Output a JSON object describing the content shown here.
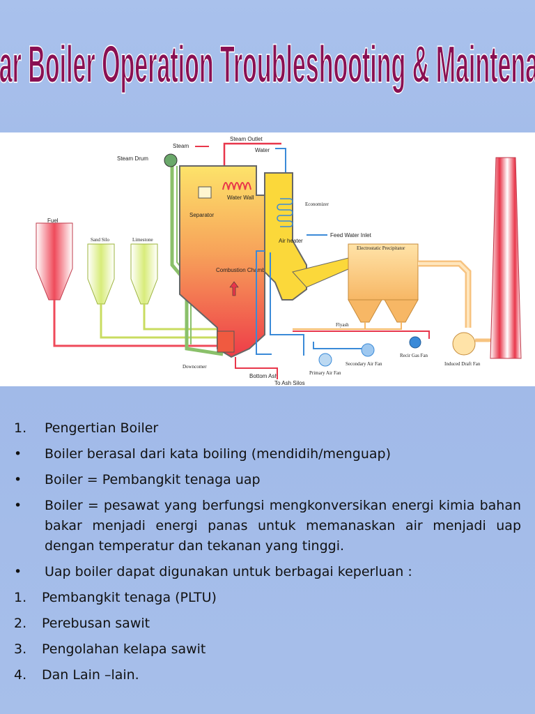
{
  "title": "Dasar Boiler Operation Troubleshooting &  Maintenance",
  "diagram": {
    "labels": {
      "steam": "Steam",
      "steam_outlet": "Steam Outlet",
      "water": "Water",
      "steam_drum": "Steam Drum",
      "separator": "Separator",
      "water_wall": "Water Wall",
      "economizer": "Economizer",
      "feed_water_inlet": "Feed Water Inlet",
      "air_heater": "Air heater",
      "electrostatic_precipitator": "Electrostatic Precipitator",
      "fuel": "Fuel",
      "sand_silo": "Sand Silo",
      "limestone": "Limestone",
      "combustion_chamber": "Combustion Chamber",
      "flyash": "Flyash",
      "recir_gas_fan": "Recir Gas Fan",
      "secondary_air_fan": "Secondary Air Fan",
      "induced_draft_fan": "Induced Draft Fan",
      "primary_air_fan": "Primary Air Fan",
      "downcomer": "Downcomer",
      "bottom_ash": "Bottom Ash",
      "to_ash_silos": "To Ash Silos"
    }
  },
  "content": [
    {
      "marker": "1.",
      "text": "Pengertian Boiler",
      "style": "num"
    },
    {
      "marker": "•",
      "text": "Boiler berasal dari kata boiling (mendidih/menguap)",
      "style": "bullet"
    },
    {
      "marker": "•",
      "text": "Boiler = Pembangkit tenaga uap",
      "style": "bullet"
    },
    {
      "marker": "•",
      "text": "Boiler = pesawat yang berfungsi mengkonversikan energi kimia bahan bakar menjadi energi panas untuk memanaskan air menjadi uap dengan temperatur dan tekanan yang tinggi.",
      "style": "bullet"
    },
    {
      "marker": "•",
      "text": "Uap boiler dapat digunakan untuk berbagai keperluan :",
      "style": "bullet"
    },
    {
      "marker": "1.",
      "text": "Pembangkit tenaga (PLTU)",
      "style": "num2"
    },
    {
      "marker": "2.",
      "text": "Perebusan sawit",
      "style": "num2"
    },
    {
      "marker": "3.",
      "text": "Pengolahan kelapa sawit",
      "style": "num2"
    },
    {
      "marker": "4.",
      "text": "Dan Lain –lain.",
      "style": "num2"
    }
  ]
}
